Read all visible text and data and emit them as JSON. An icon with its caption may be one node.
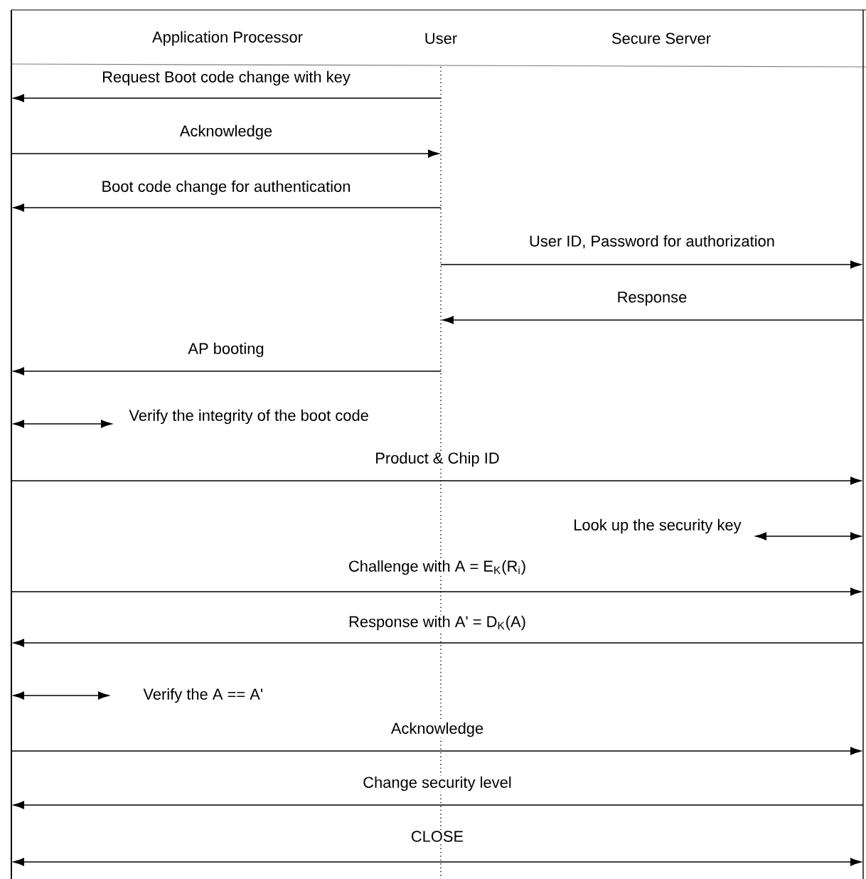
{
  "diagram": {
    "nodes": [
      {
        "text": [],
        "shape": "bar"
      },
      {
        "text": [],
        "shape": "bar"
      },
      {
        "text": [],
        "shape": "bar"
      }
    ],
    "edges": [
      {
        "from": 1,
        "to": 0,
        "arrow": "to",
        "label": "Request Boot code change with key"
      },
      {
        "from": 0,
        "to": 1,
        "arrow": "to",
        "label": "Acknowledge"
      },
      {
        "from": 1,
        "to": 0,
        "arrow": "to",
        "label": "Boot code change for authentication"
      },
      {
        "from": 1,
        "to": 2,
        "arrow": "to",
        "label": "User ID, Password for authorization"
      },
      {
        "from": 2,
        "to": 1,
        "arrow": "to",
        "label": "Response"
      },
      {
        "from": 1,
        "to": 0,
        "arrow": "to",
        "label": "AP booting"
      },
      {
        "from": 0,
        "to": null,
        "arrow": "both",
        "label": "Verify the integrity of the boot code"
      },
      {
        "from": 0,
        "to": 2,
        "arrow": "to",
        "label": "Product & Chip ID"
      },
      {
        "from": 2,
        "to": null,
        "arrow": "both",
        "label": "Look up the security key"
      },
      {
        "from": 0,
        "to": 2,
        "arrow": "to",
        "label": "Challenge with A = E$_{K}$(R$_{i}$)"
      },
      {
        "from": 2,
        "to": 0,
        "arrow": "to",
        "label": "Response with A' = D$_{K}$(A)"
      },
      {
        "from": 0,
        "to": null,
        "arrow": "both",
        "label": "Verify the A == A'"
      },
      {
        "from": 0,
        "to": 2,
        "arrow": "to",
        "label": "Acknowledge"
      },
      {
        "from": 2,
        "to": 0,
        "arrow": "to",
        "label": "Change security level"
      },
      {
        "from": 0,
        "to": 2,
        "arrow": "both",
        "label": "CLOSE"
      }
    ],
    "labels": [
      "Application Processor",
      "User",
      "Secure Server"
    ]
  }
}
